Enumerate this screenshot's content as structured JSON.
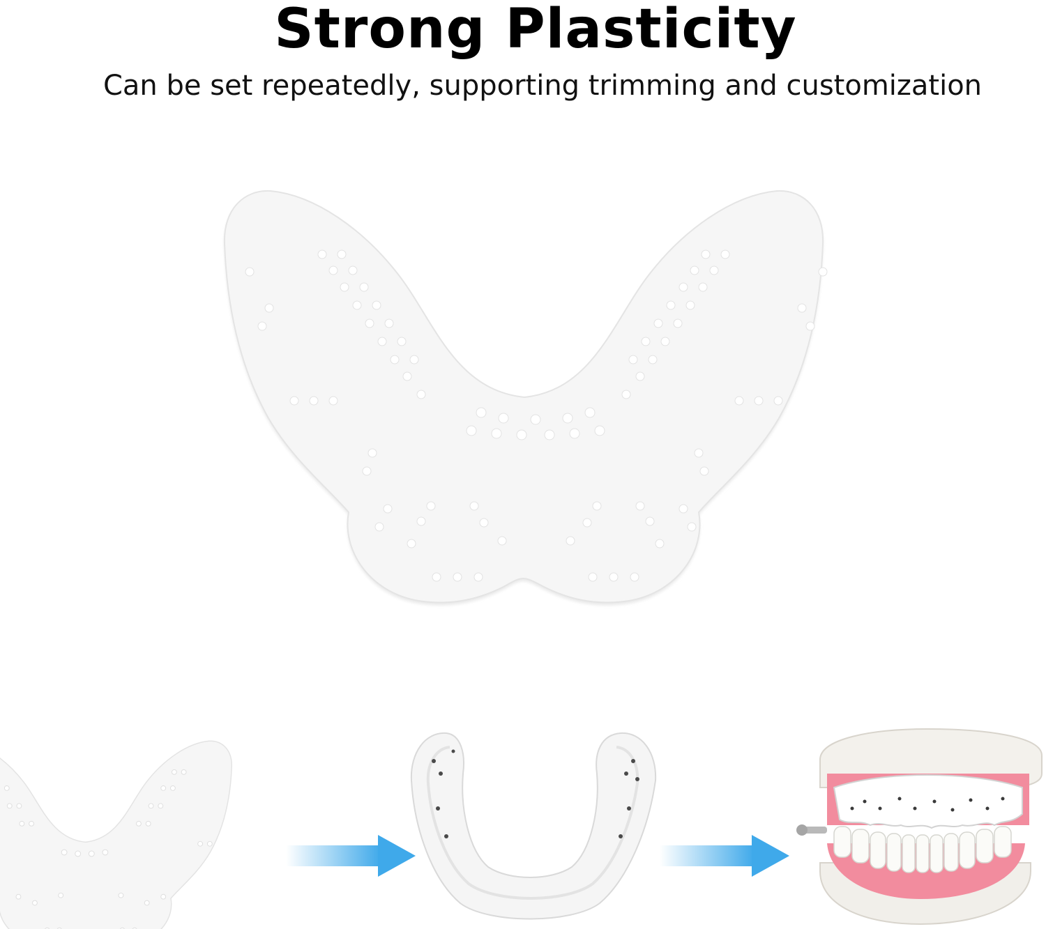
{
  "headline": {
    "title": "Strong Plasticity",
    "subtitle": "Can be set repeatedly, supporting trimming and customization"
  },
  "colors": {
    "background": "#ffffff",
    "tray": "#f6f6f6",
    "tray_edge": "#e6e6e6",
    "hole": "#ffffff",
    "arrow": "#3fa9ea",
    "gum": "#f28c9e",
    "tooth": "#fbfbf8"
  },
  "steps": [
    {
      "name": "flat-blank-mouthguard-image"
    },
    {
      "name": "molded-mouthguard-image"
    },
    {
      "name": "mouthguard-on-dental-model-image"
    }
  ]
}
